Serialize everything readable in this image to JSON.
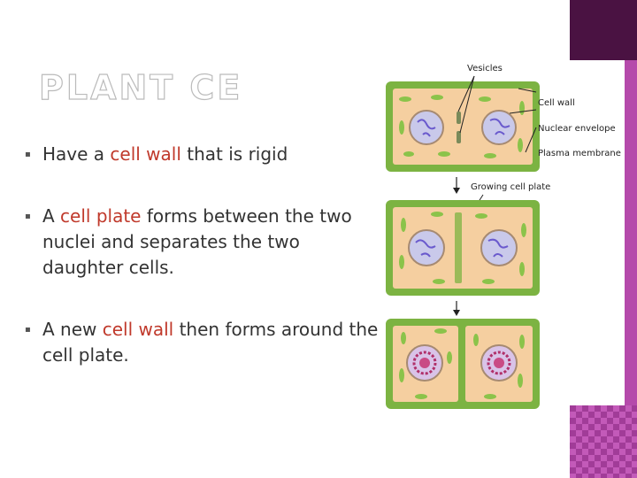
{
  "slide": {
    "title": "PLANT CELL",
    "bullets": [
      {
        "before": "Have a ",
        "highlight": "cell wall",
        "after": " that is rigid"
      },
      {
        "before": "A ",
        "highlight": "cell plate",
        "after": " forms between the two nuclei and separates the two daughter cells."
      },
      {
        "before": "A new ",
        "highlight": "cell wall",
        "after": " then forms around the cell plate."
      }
    ],
    "bullet_marker": "▪"
  },
  "diagram": {
    "labels": {
      "vesicles": "Vesicles",
      "cell_wall": "Cell wall",
      "nuclear_envelope": "Nuclear envelope",
      "plasma_membrane": "Plasma membrane",
      "growing_cell_plate": "Growing cell plate"
    }
  },
  "colors": {
    "title_outline": "#bbbbbb",
    "highlight": "#c0392b",
    "cell_wall": "#7cb342",
    "cytoplasm": "#f5cfa0",
    "nucleus": "#c9c9ea",
    "chloroplast": "#8bc34a",
    "accent": "#7e2a76"
  }
}
